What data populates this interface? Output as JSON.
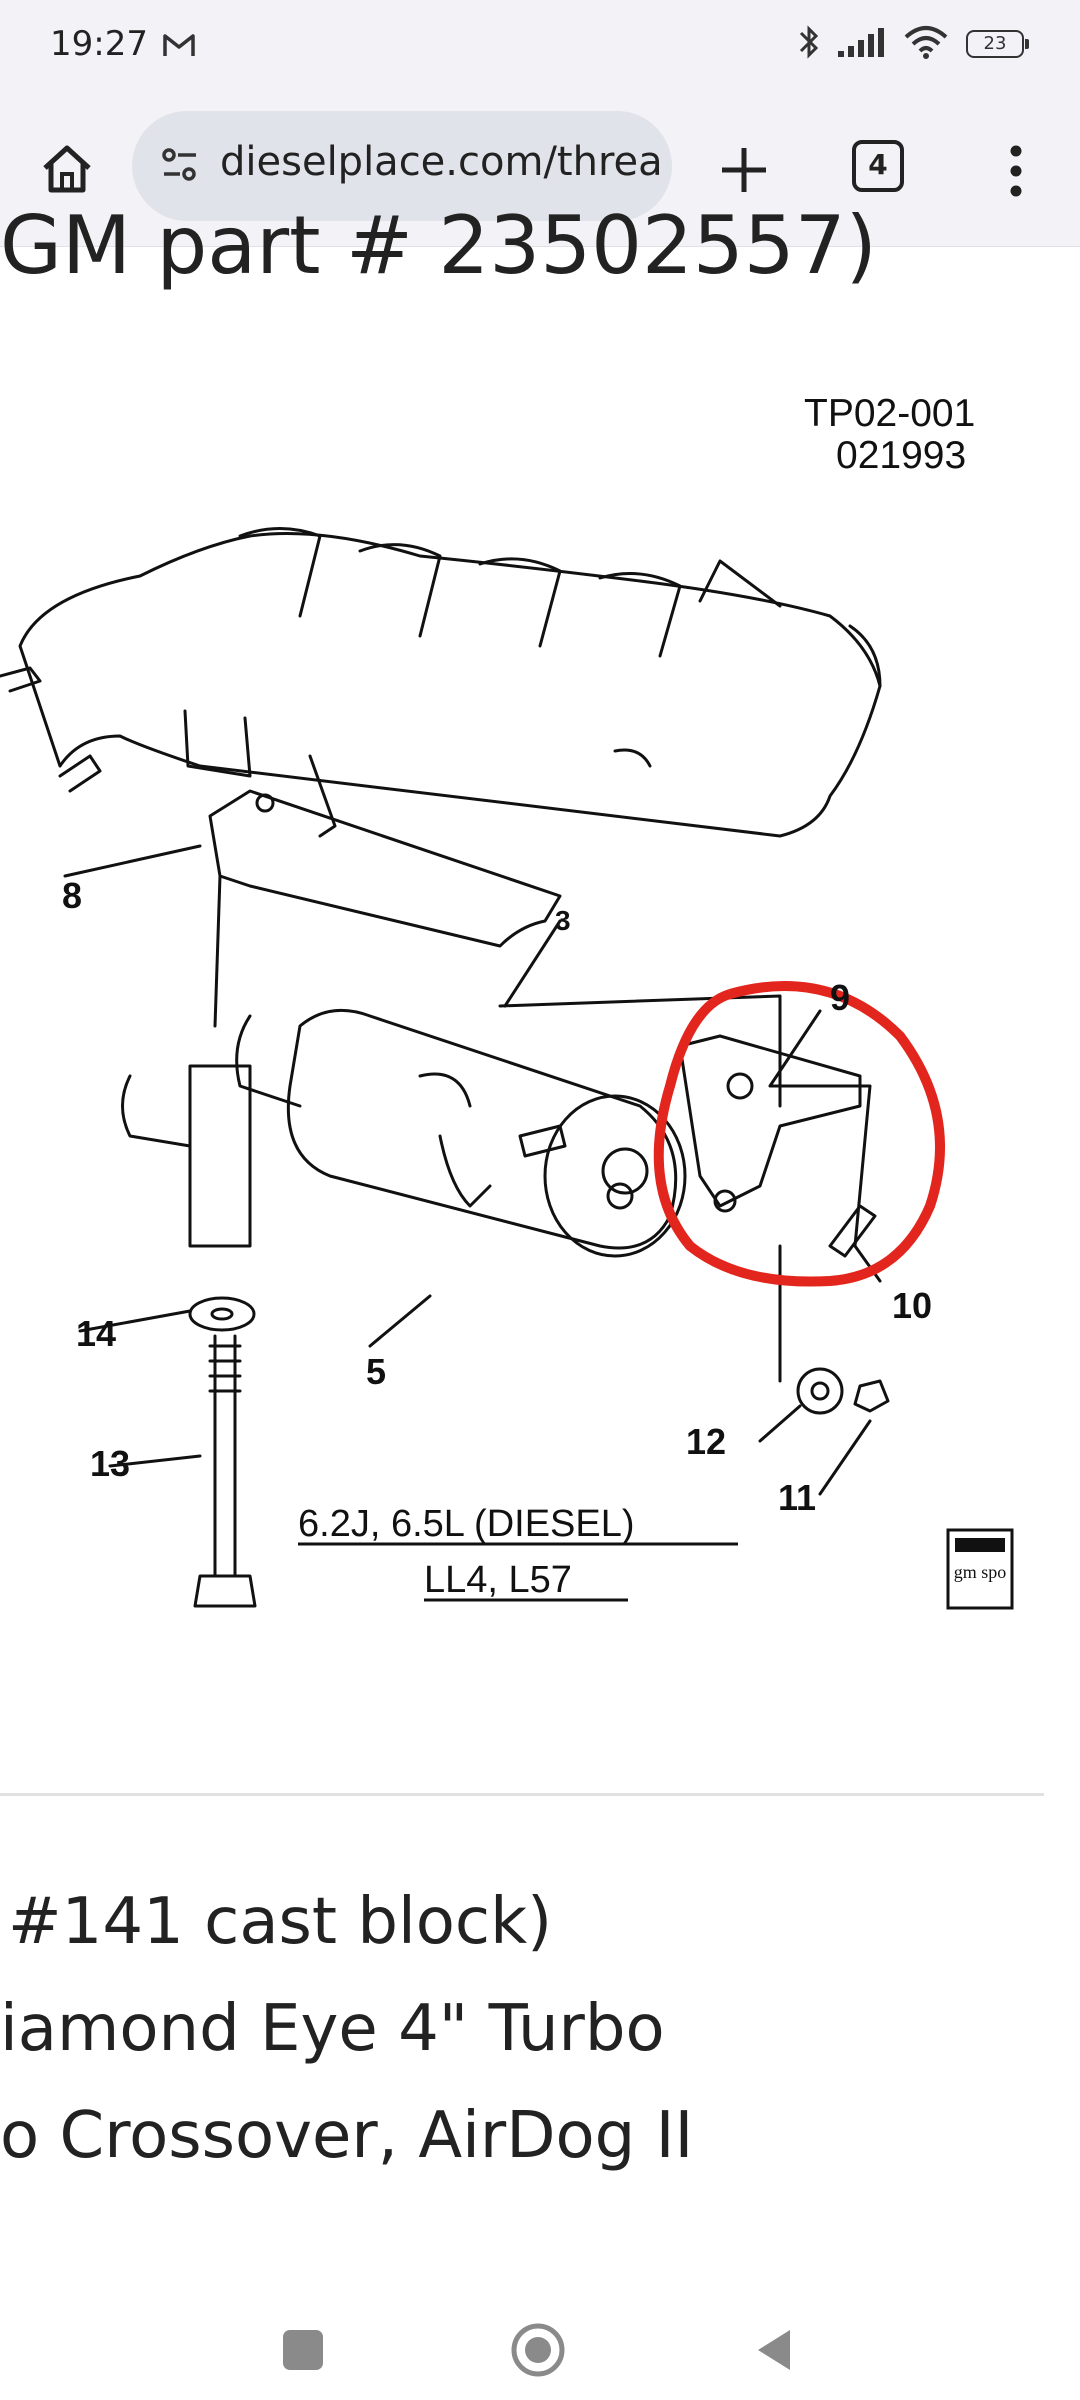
{
  "status_bar": {
    "time": "19:27",
    "mail_icon": "gmail-icon",
    "icons": [
      "bluetooth-icon",
      "signal-icon",
      "wifi-icon"
    ],
    "battery": "23"
  },
  "toolbar": {
    "home_icon": "home-icon",
    "url": "dieselplace.com/threa",
    "url_icon": "tune-icon",
    "new_tab_icon": "plus-icon",
    "tab_count": "4",
    "menu_icon": "more-vert-icon"
  },
  "content": {
    "heading_fragment": "GM part # 23502557)",
    "diagram": {
      "code": "TP02-001",
      "date": "021993",
      "callouts": [
        "8",
        "9",
        "10",
        "11",
        "12",
        "13",
        "14",
        "5",
        "3"
      ],
      "caption_line1": "6.2J, 6.5L (DIESEL)",
      "caption_line2": "LL4, L57",
      "logo_text": "gm spo",
      "highlight_color": "#e3261d"
    },
    "post_lines": [
      "#141 cast block)",
      "iamond Eye 4\" Turbo",
      "o Crossover, AirDog II"
    ]
  },
  "nav_bar": {
    "recent_icon": "recent-apps-icon",
    "home_icon": "home-circle-icon",
    "back_icon": "back-icon"
  }
}
